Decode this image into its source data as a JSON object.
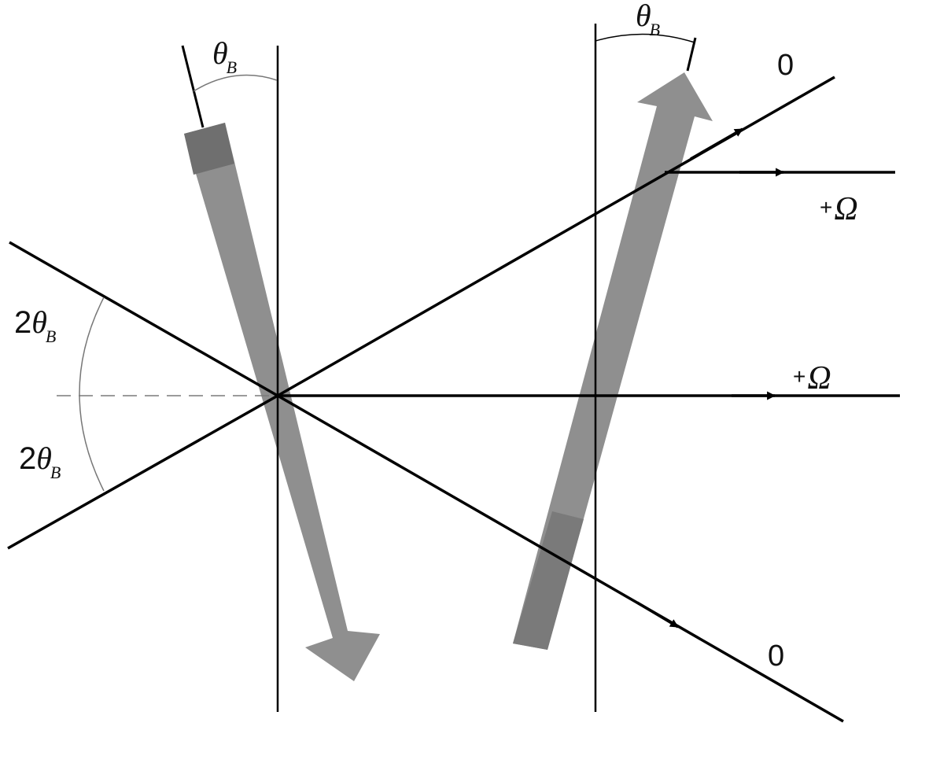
{
  "labels": {
    "theta_symbol": "θ",
    "theta_subscript": "B",
    "two": "2",
    "order_zero": "0",
    "plus_sign": "+",
    "omega_symbol": "Ω"
  },
  "colors": {
    "lines": "#000000",
    "beams": "#8f8f8f",
    "guide": "#7a7a7a"
  }
}
